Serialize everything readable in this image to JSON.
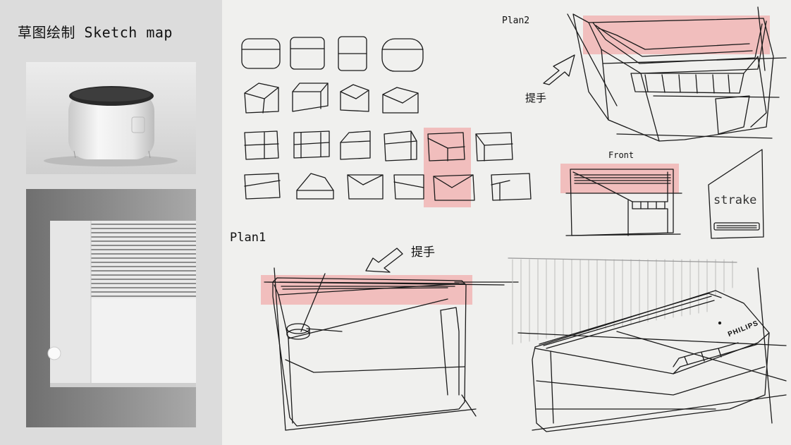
{
  "page": {
    "title": "草图绘制 Sketch map"
  },
  "sketches": {
    "plan1_label": "Plan1",
    "plan2_label": "Plan2",
    "front_label": "Front",
    "strake_label": "strake",
    "handle_label_1": "提手",
    "handle_label_2": "提手",
    "brand_label": "PHILIPS"
  },
  "colors": {
    "highlight": "#f29696",
    "sidebar_bg": "#dcdcdc",
    "canvas_bg": "#f0f0ee"
  }
}
